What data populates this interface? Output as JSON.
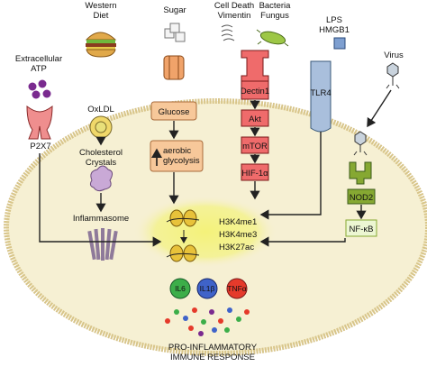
{
  "stimuli": {
    "western_diet": "Western\nDiet",
    "sugar": "Sugar",
    "cell_death_vimentin": "Cell Death\nVimentin",
    "bacteria_fungus": "Bacteria\nFungus",
    "lps_hmgb1": "LPS\nHMGB1",
    "virus": "Virus",
    "extracellular_atp": "Extracellular\nATP"
  },
  "receptors": {
    "p2x7": "P2X7",
    "dectin1": "Dectin1",
    "tlr4": "TLR4",
    "nod2": "NOD2"
  },
  "intermediates": {
    "oxldl": "OxLDL",
    "cholesterol_crystals": "Cholesterol\nCrystals",
    "inflammasome": "Inflammasome",
    "glucose": "Glucose",
    "aerobic_glycolysis": "aerobic\nglycolysis",
    "akt": "Akt",
    "mtor": "mTOR",
    "hif1a": "HIF-1α",
    "nfkb": "NF-κB"
  },
  "histone_marks": [
    "H3K4me1",
    "H3K4me3",
    "H3K27ac"
  ],
  "cytokines": [
    {
      "label": "IL6",
      "color": "#3cae49"
    },
    {
      "label": "IL1β",
      "color": "#3f63c9"
    },
    {
      "label": "TNFα",
      "color": "#e53a2b"
    }
  ],
  "output": "PRO-INFLAMMATORY\nIMMUNE RESPONSE",
  "colors": {
    "cell_fill": "#f6f0d3",
    "membrane": "#d8c58a",
    "glow": "#f1f06a",
    "receptor_red": "#ef6b6b",
    "receptor_blue": "#9fb7d8",
    "glucose_box": "#f7c89a",
    "nod2_green": "#86a832"
  }
}
